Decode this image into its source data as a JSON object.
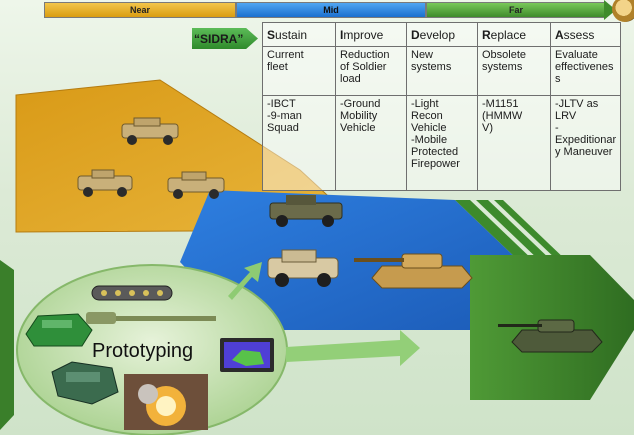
{
  "phases": {
    "near": "Near",
    "mid": "Mid",
    "far": "Far"
  },
  "sidra_label": "“SIDRA”",
  "table": {
    "headers": [
      {
        "initial": "S",
        "rest": "ustain"
      },
      {
        "initial": "I",
        "rest": "mprove"
      },
      {
        "initial": "D",
        "rest": "evelop"
      },
      {
        "initial": "R",
        "rest": "eplace"
      },
      {
        "initial": "A",
        "rest": "ssess"
      }
    ],
    "row1": [
      "Current\nfleet",
      "Reduction\nof Soldier\nload",
      "New\nsystems",
      "Obsolete\nsystems",
      "Evaluate\neffectivenes\ns"
    ],
    "row2": [
      "-IBCT\n-9-man\nSquad",
      "-Ground\nMobility\nVehicle",
      "-Light\nRecon\nVehicle\n-Mobile\nProtected\nFirepower",
      "-M1151\n(HMMW\nV)",
      "-JLTV as\nLRV\n-\nExpeditionar\ny Maneuver"
    ]
  },
  "prototyping_label": "Prototyping",
  "colors": {
    "near_panel": "#e1a322",
    "mid_panel": "#2a73cf",
    "far_arrow": "#3a7f2a",
    "prototype_oval": "#b9dca3"
  },
  "icons": [
    "hmmwv-icon",
    "ground-mobility-vehicle-icon",
    "jltv-icon",
    "light-tank-icon",
    "future-tank-icon",
    "prototype-tank-render-icon",
    "explosion-photo-icon",
    "laptop-icon"
  ]
}
